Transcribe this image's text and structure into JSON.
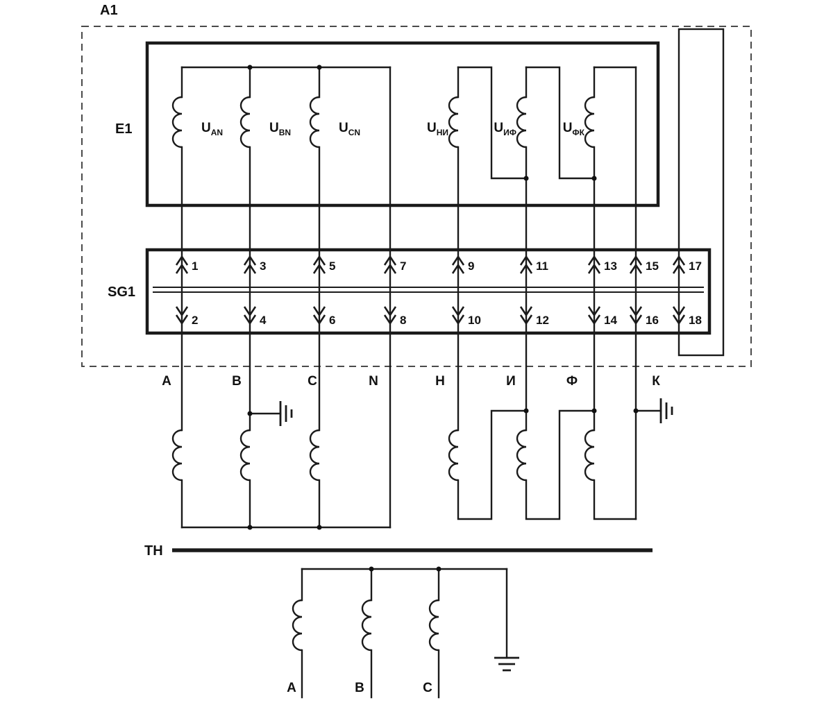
{
  "colors": {
    "line": "#1a1a1a",
    "background": "#ffffff",
    "text": "#111111"
  },
  "a1": {
    "label": "A1"
  },
  "e1": {
    "label": "E1",
    "windings": [
      {
        "main": "U",
        "sub": "AN"
      },
      {
        "main": "U",
        "sub": "BN"
      },
      {
        "main": "U",
        "sub": "CN"
      },
      {
        "main": "U",
        "sub": "НИ"
      },
      {
        "main": "U",
        "sub": "ИФ"
      },
      {
        "main": "U",
        "sub": "ФК"
      }
    ]
  },
  "sg1": {
    "label": "SG1",
    "top_terminals": [
      "1",
      "3",
      "5",
      "7",
      "9",
      "11",
      "13",
      "15",
      "17"
    ],
    "bottom_terminals": [
      "2",
      "4",
      "6",
      "8",
      "10",
      "12",
      "14",
      "16",
      "18"
    ]
  },
  "phases": {
    "labels": [
      "A",
      "B",
      "C",
      "N",
      "Н",
      "И",
      "Ф",
      "К"
    ]
  },
  "tn": {
    "label": "ТН",
    "primary_phase_labels": [
      "A",
      "B",
      "C"
    ]
  }
}
